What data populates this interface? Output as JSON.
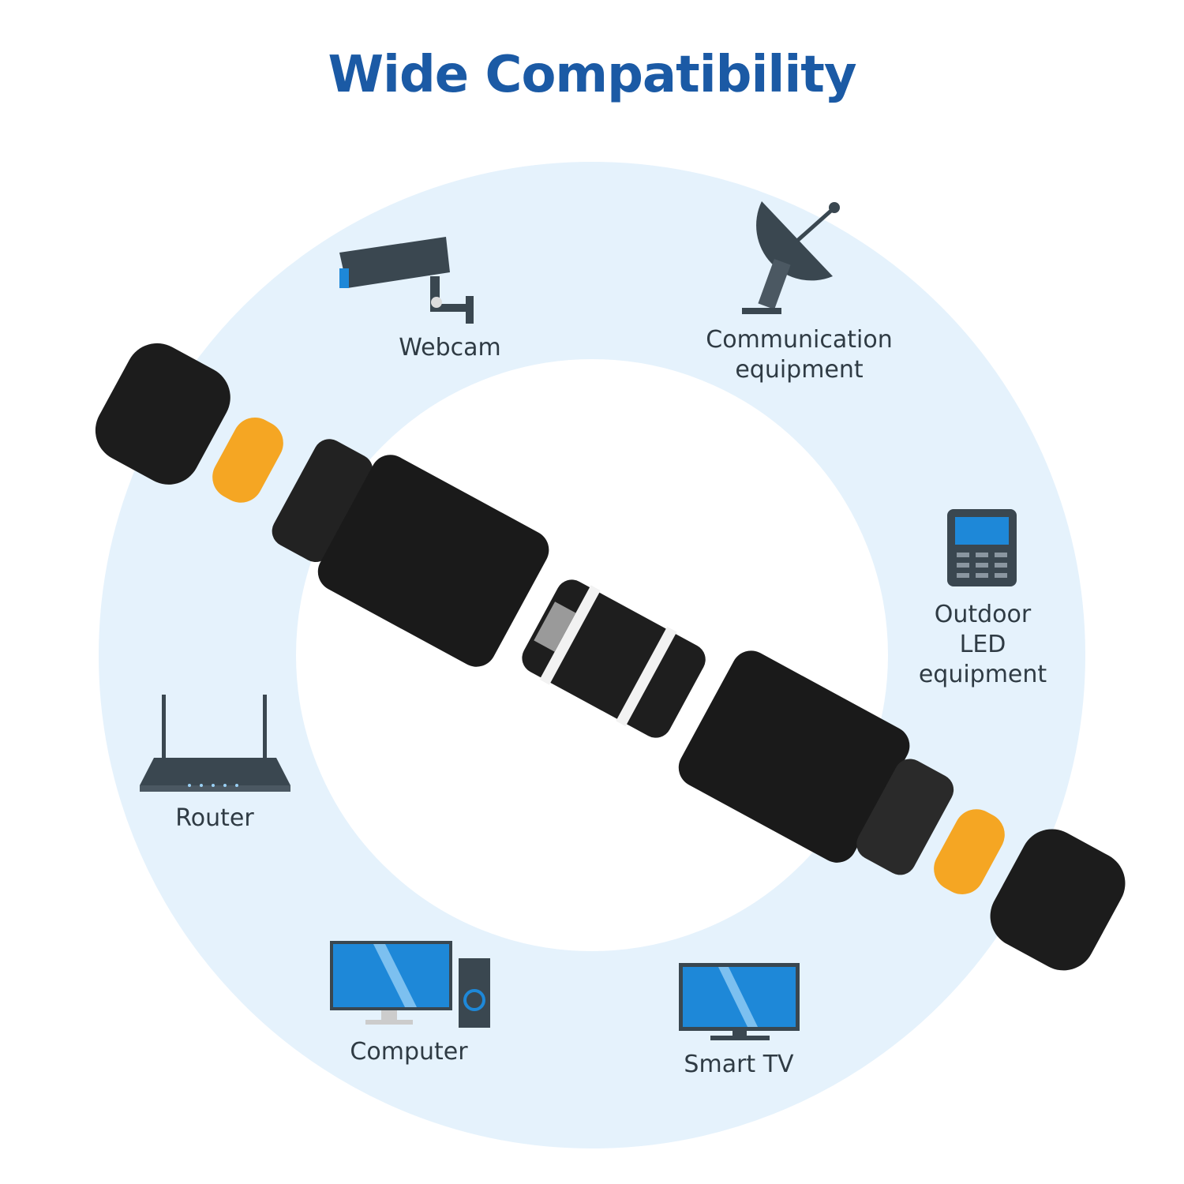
{
  "title": "Wide Compatibility",
  "colors": {
    "title": "#1b5aa5",
    "ring": "#e5f2fc",
    "icon_dark": "#3a4750",
    "icon_blue": "#1e88d8",
    "connector": "#1c1c1c",
    "seal": "#f5a623"
  },
  "devices": [
    {
      "label": "Webcam",
      "icon": "security-camera-icon"
    },
    {
      "label": "Communication equipment",
      "icon": "satellite-dish-icon"
    },
    {
      "label": "Outdoor LED equipment",
      "icon": "led-controller-icon"
    },
    {
      "label": "Router",
      "icon": "router-icon"
    },
    {
      "label": "Computer",
      "icon": "desktop-computer-icon"
    },
    {
      "label": "Smart TV",
      "icon": "tv-icon"
    }
  ]
}
